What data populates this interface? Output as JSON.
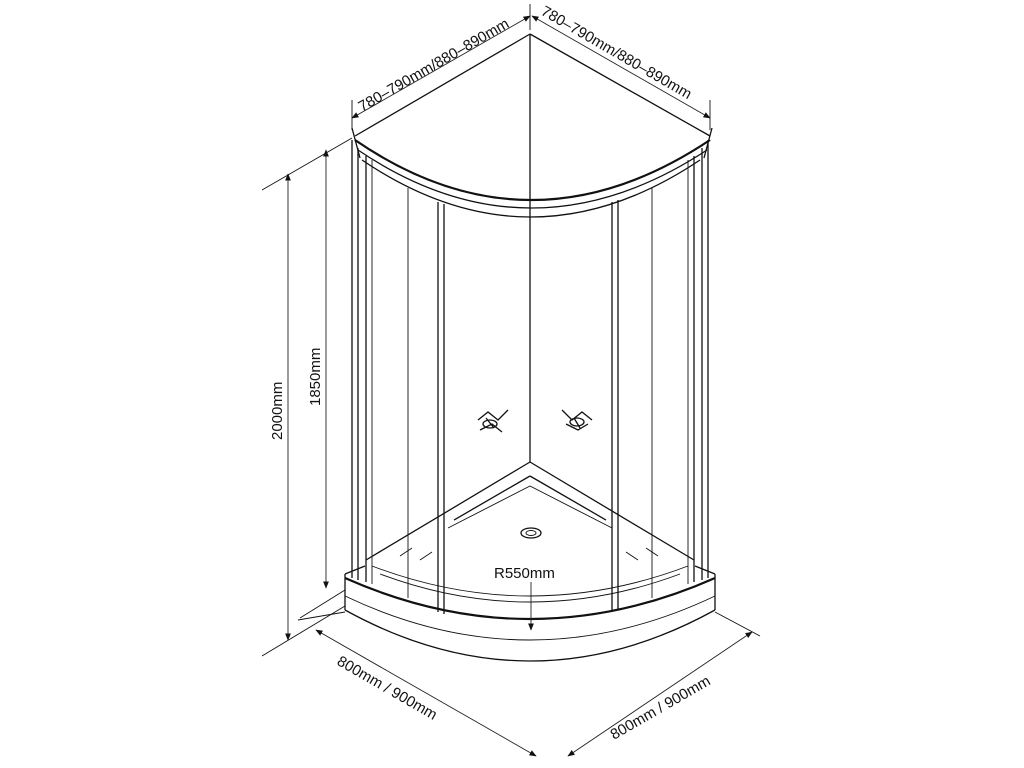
{
  "dimensions": {
    "top_left_width": "780–790mm/880–890mm",
    "top_right_width": "780–790mm/880–890mm",
    "total_height": "2000mm",
    "door_height": "1850mm",
    "radius": "R550mm",
    "base_left": "800mm / 900mm",
    "base_right": "800mm / 900mm"
  },
  "colors": {
    "line": "#111111",
    "background": "#ffffff"
  },
  "icons": {
    "handle": "door-handle-icon",
    "drain": "drain-icon"
  }
}
